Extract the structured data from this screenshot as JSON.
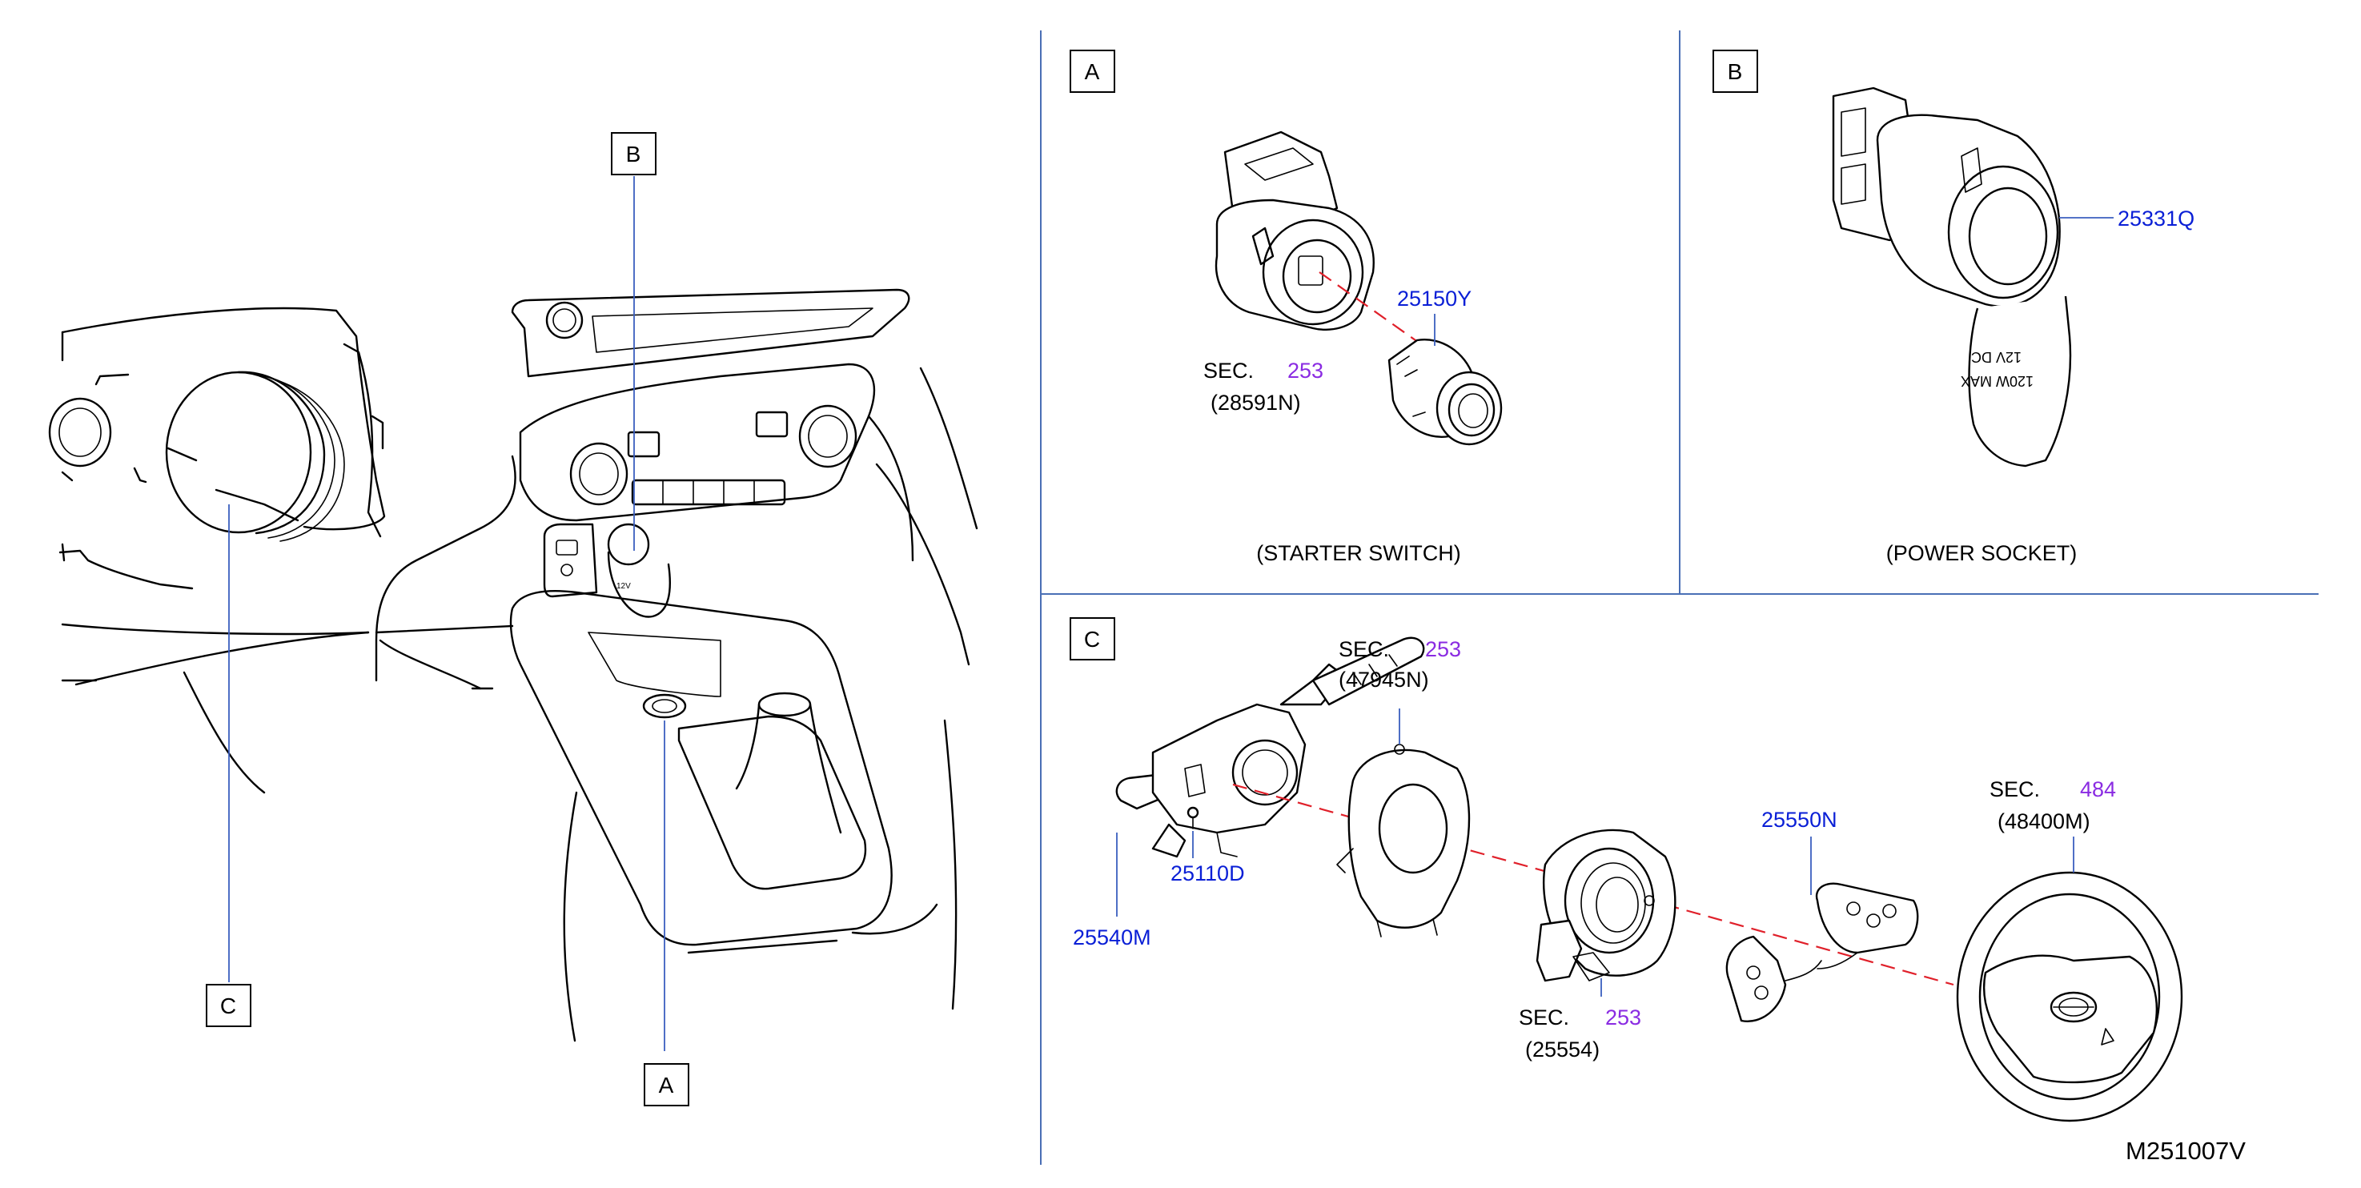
{
  "callouts": {
    "main_a": "A",
    "main_b": "B",
    "main_c": "C",
    "panel_a": "A",
    "panel_b": "B",
    "panel_c": "C"
  },
  "panel_a": {
    "part_25150Y": "25150Y",
    "sec_prefix": "SEC.",
    "sec_number": "253",
    "sec_ref": "(28591N)",
    "caption": "(STARTER   SWITCH)"
  },
  "panel_b": {
    "part_25331Q": "25331Q",
    "caption": "(POWER   SOCKET)",
    "socket_text_line1": "12V DC",
    "socket_text_line2": "120W MAX"
  },
  "panel_c": {
    "sec1_prefix": "SEC.",
    "sec1_number": "253",
    "sec1_ref": "(47945N)",
    "part_25110D": "25110D",
    "part_25540M": "25540M",
    "sec2_prefix": "SEC.",
    "sec2_number": "253",
    "sec2_ref": "(25554)",
    "part_25550N": "25550N",
    "sec3_prefix": "SEC.",
    "sec3_number": "484",
    "sec3_ref": "(48400M)"
  },
  "diagram_id": "M251007V",
  "colors": {
    "part_number": "#0a1fd6",
    "section_number": "#8a2be2",
    "leader": "#3b5fbf",
    "alignment_dash": "#e0202a"
  }
}
